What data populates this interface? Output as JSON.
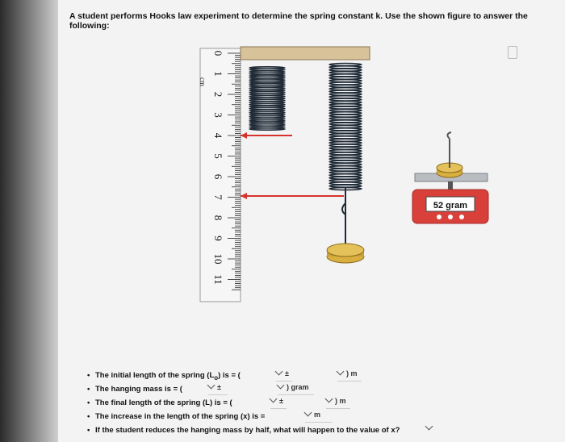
{
  "question": {
    "title": "A student performs Hooks law experiment to determine the spring constant k. Use the shown figure to answer the following:"
  },
  "figure": {
    "ruler_unit": "cm",
    "ruler_numbers": [
      "0",
      "1",
      "2",
      "3",
      "4",
      "5",
      "6",
      "7",
      "8",
      "9",
      "10",
      "11"
    ],
    "scale_reading": "52 gram",
    "colors": {
      "scale_body": "#d9403a",
      "wood": "#d8c29a",
      "spring": "#1f2a36",
      "arrow": "#d6332c",
      "mass": "#d9b040"
    }
  },
  "items": [
    {
      "bullet": "•",
      "text": "The initial length of the spring (L",
      "sub": "o",
      "text2": ") is = (",
      "select_pm": "±",
      "select_end": ") m"
    },
    {
      "bullet": "•",
      "text": "The hanging mass is = (",
      "select_pm": "±",
      "select_end": ") gram"
    },
    {
      "bullet": "•",
      "text": "The final length of the spring (L) is = (",
      "select_pm": "±",
      "select_end": ") m"
    },
    {
      "bullet": "•",
      "text": "The increase in the length of the spring (x) is =",
      "unit": "m"
    },
    {
      "bullet": "•",
      "text": "If the student reduces the hanging mass by half, what will happen to the value of x?"
    }
  ]
}
